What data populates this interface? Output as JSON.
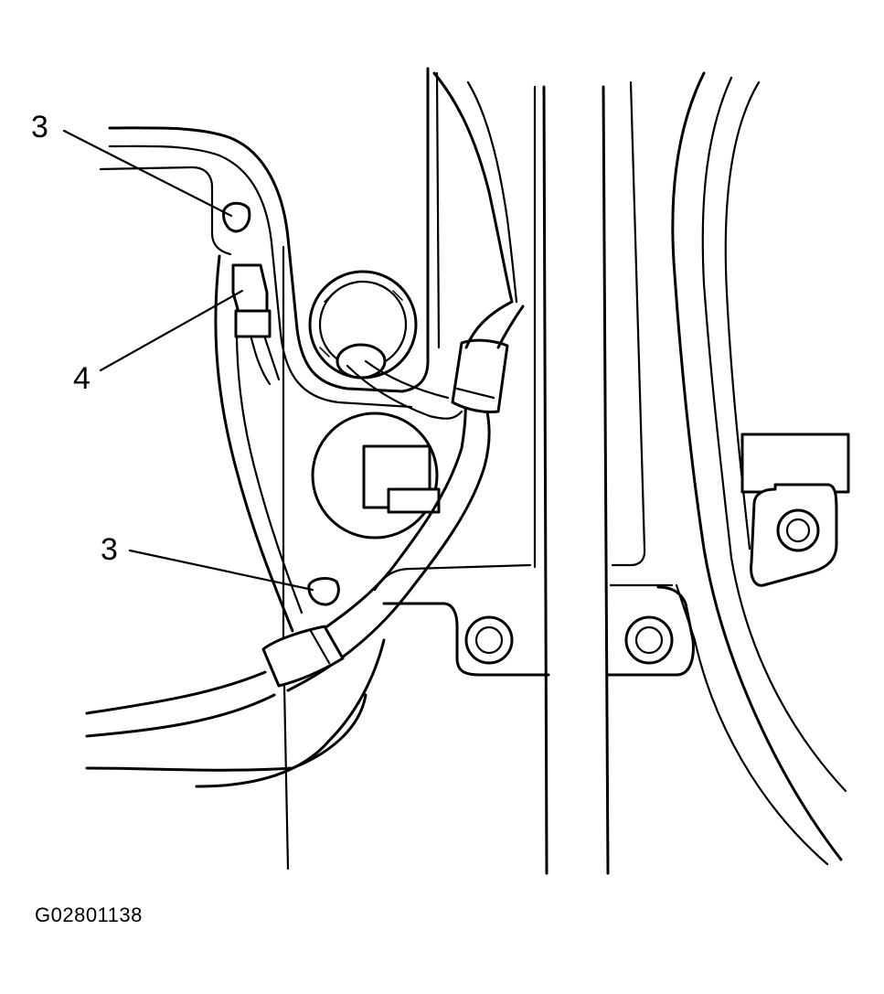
{
  "diagram": {
    "callouts": [
      {
        "id": "callout-3-upper",
        "label": "3"
      },
      {
        "id": "callout-4",
        "label": "4"
      },
      {
        "id": "callout-3-lower",
        "label": "3"
      }
    ],
    "figure_id": "G02801138",
    "line_color": "#000000",
    "background": "#ffffff"
  }
}
